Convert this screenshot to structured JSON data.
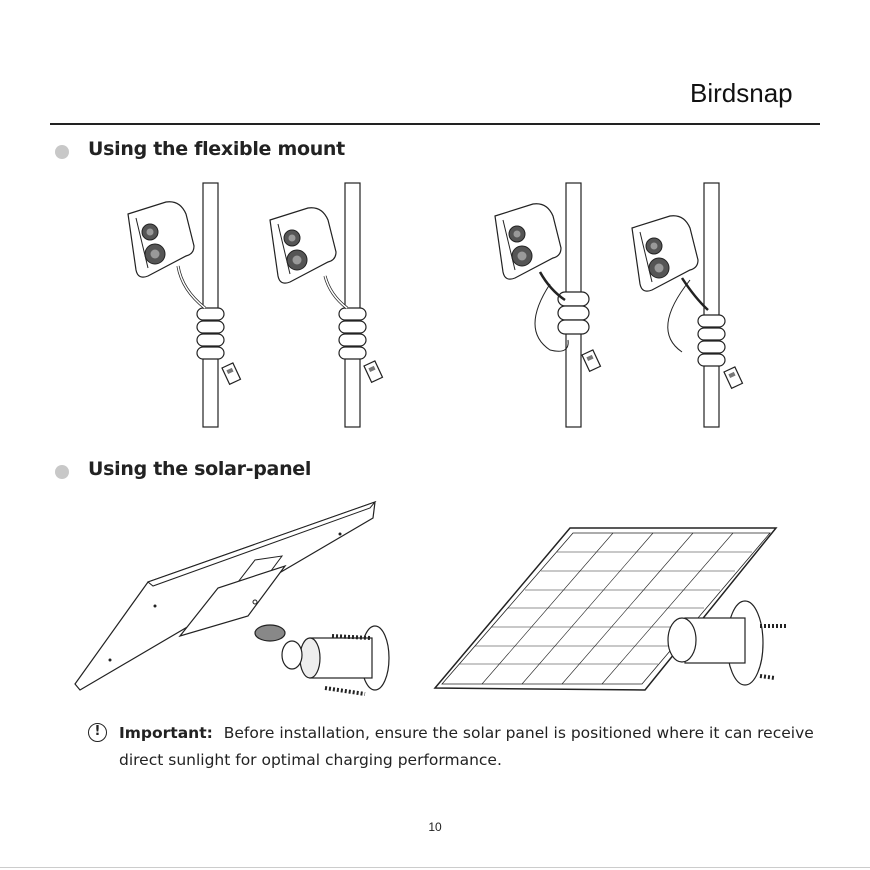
{
  "header": {
    "brand": "Birdsnap"
  },
  "sections": [
    {
      "title": "Using the flexible mount"
    },
    {
      "title": "Using the solar-panel"
    }
  ],
  "note": {
    "icon": "exclamation-circle-icon",
    "label": "Important:",
    "text": "Before installation, ensure the solar panel is positioned where it can receive direct sunlight for optimal charging performance."
  },
  "footer": {
    "page_number": "10"
  }
}
